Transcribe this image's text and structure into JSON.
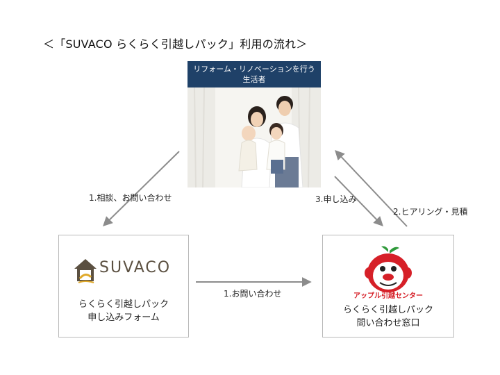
{
  "title": "＜「SUVACO らくらく引越しパック」利用の流れ＞",
  "customer": {
    "banner_line1": "リフォーム・リノベーションを行う",
    "banner_line2": "生活者"
  },
  "suvaco": {
    "logo_text": "SUVACO",
    "line1": "らくらく引越しパック",
    "line2": "申し込みフォーム"
  },
  "apple": {
    "brand_text": "アップル引越センター",
    "line1": "らくらく引越しパック",
    "line2": "問い合わせ窓口"
  },
  "flows": {
    "consult": "1.相談、お問い合わせ",
    "apply": "3.申し込み",
    "hearing": "2.ヒアリング・見積",
    "inquiry": "1.お問い合わせ"
  },
  "colors": {
    "banner": "#1f4168",
    "arrow": "#8c8c8c",
    "apple_red": "#d62028",
    "suvaco_brown": "#5b5041",
    "suvaco_gold": "#e0a92a"
  }
}
